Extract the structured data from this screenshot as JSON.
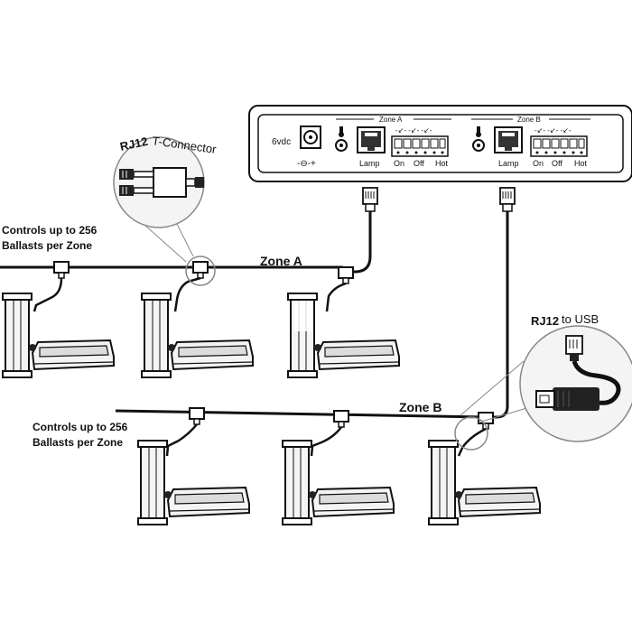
{
  "controller": {
    "power_label": "6vdc",
    "polarity_label": "-⊖-+",
    "zone_a_label": "Zone A",
    "zone_b_label": "Zone B",
    "lamp_label": "Lamp",
    "on_label": "On",
    "off_label": "Off",
    "hot_label": "Hot"
  },
  "callouts": {
    "t_connector_prefix": "RJ12",
    "t_connector_suffix": "T-Connector",
    "usb_prefix": "RJ12",
    "usb_suffix": "to USB"
  },
  "zones": {
    "a_label": "Zone A",
    "b_label": "Zone B",
    "a_note_line1": "Controls up to 256",
    "a_note_line2": "Ballasts per Zone",
    "b_note_line1": "Controls up to 256",
    "b_note_line2": "Ballasts per Zone"
  },
  "colors": {
    "stroke": "#111111",
    "fill_light": "#f4f4f4",
    "fill_mid": "#dcdcdc",
    "fill_dark": "#222222"
  }
}
